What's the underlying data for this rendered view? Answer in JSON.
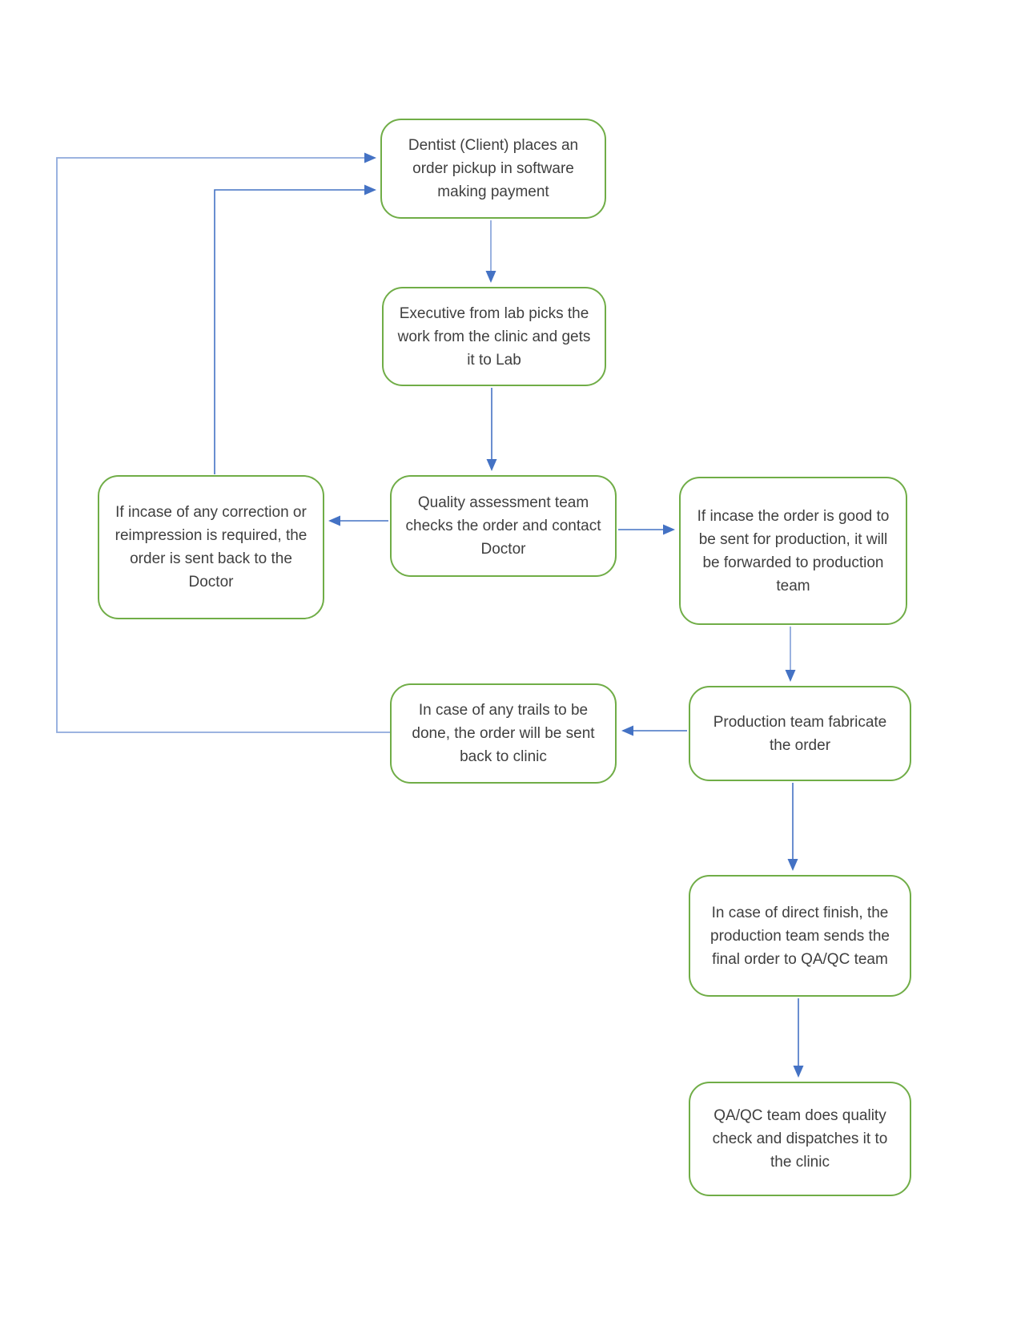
{
  "diagram_title": "",
  "colors": {
    "node-border": "#70AD47",
    "arrow-blue": "#4472C4",
    "arrow-light": "#8FAADC",
    "text-color": "#3f3f3f",
    "page-bg": "#ffffff"
  },
  "nodes": [
    {
      "id": "dentist-order",
      "label": "Dentist (Client) places an order pickup in software making payment"
    },
    {
      "id": "executive-pickup",
      "label": "Executive from lab picks the work from the clinic and gets it to Lab"
    },
    {
      "id": "quality-check",
      "label": "Quality assessment team checks the order and contact Doctor"
    },
    {
      "id": "correction",
      "label": "If incase of any correction or reimpression is required, the order is sent back to the Doctor"
    },
    {
      "id": "order-good",
      "label": "If incase the order is good to be sent for production, it will be forwarded to production team"
    },
    {
      "id": "production",
      "label": "Production team fabricate the order"
    },
    {
      "id": "trails",
      "label": "In case of any trails to be done, the order will be sent back to clinic"
    },
    {
      "id": "direct-finish",
      "label": "In case of direct finish, the production team sends the final order to QA/QC team"
    },
    {
      "id": "qaqc-dispatch",
      "label": "QA/QC team does quality check and dispatches it to the clinic"
    }
  ],
  "edges": [
    {
      "from": "dentist-order",
      "to": "executive-pickup"
    },
    {
      "from": "executive-pickup",
      "to": "quality-check"
    },
    {
      "from": "quality-check",
      "to": "correction"
    },
    {
      "from": "quality-check",
      "to": "order-good"
    },
    {
      "from": "correction",
      "to": "dentist-order"
    },
    {
      "from": "order-good",
      "to": "production"
    },
    {
      "from": "production",
      "to": "trails"
    },
    {
      "from": "production",
      "to": "direct-finish"
    },
    {
      "from": "trails",
      "to": "dentist-order"
    },
    {
      "from": "direct-finish",
      "to": "qaqc-dispatch"
    }
  ]
}
